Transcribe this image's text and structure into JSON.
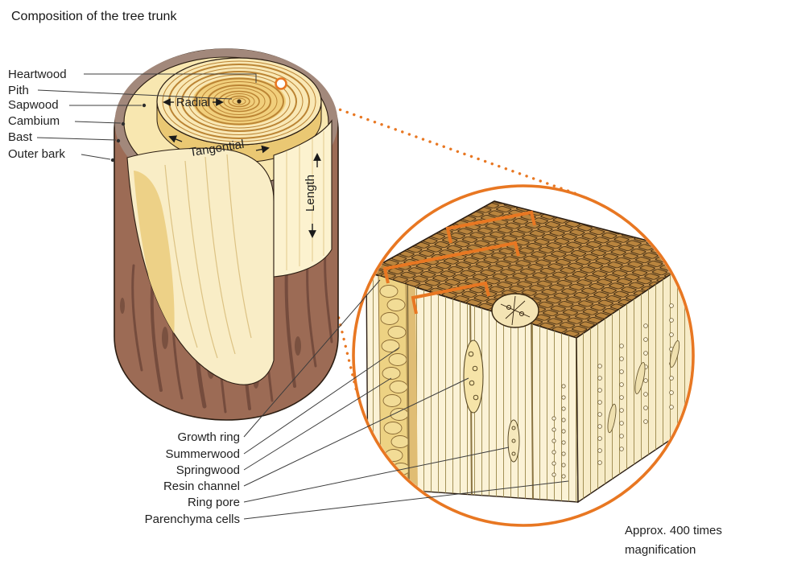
{
  "title": "Composition of the tree trunk",
  "accent_color": "#E87722",
  "trunk": {
    "part_labels": [
      {
        "label": "Heartwood"
      },
      {
        "label": "Pith"
      },
      {
        "label": "Sapwood"
      },
      {
        "label": "Cambium"
      },
      {
        "label": "Bast"
      },
      {
        "label": "Outer bark"
      }
    ],
    "direction_labels": {
      "radial": "Radial",
      "tangential": "Tangential",
      "length": "Length"
    }
  },
  "magnified_view": {
    "feature_labels": [
      {
        "label": "Growth ring"
      },
      {
        "label": "Summerwood"
      },
      {
        "label": "Springwood"
      },
      {
        "label": "Resin channel"
      },
      {
        "label": "Ring pore"
      },
      {
        "label": "Parenchyma cells"
      }
    ],
    "caption": {
      "line1": "Approx. 400 times",
      "line2": "magnification"
    }
  }
}
